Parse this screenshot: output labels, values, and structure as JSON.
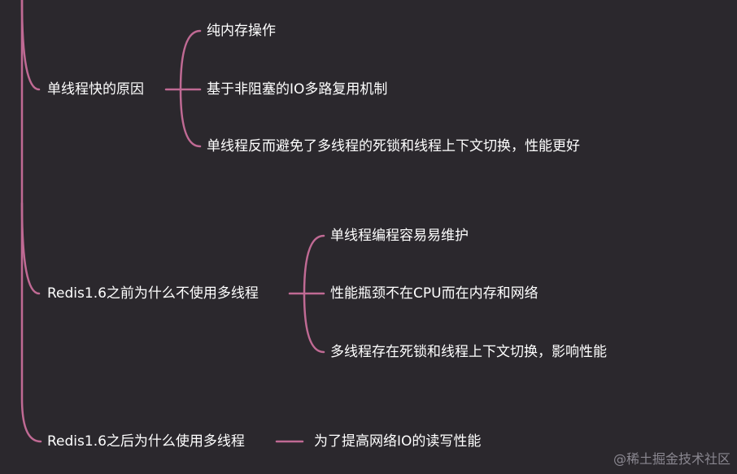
{
  "colors": {
    "background": "#2b282d",
    "branch": "#c06a94",
    "text": "#ffffff",
    "watermark": "#8a8790"
  },
  "branches": [
    {
      "label": "单线程快的原因",
      "children": [
        "纯内存操作",
        "基于非阻塞的IO多路复用机制",
        "单线程反而避免了多线程的死锁和线程上下文切换，性能更好"
      ]
    },
    {
      "label": "Redis1.6之前为什么不使用多线程",
      "children": [
        "单线程编程容易易维护",
        "性能瓶颈不在CPU而在内存和网络",
        "多线程存在死锁和线程上下文切换，影响性能"
      ]
    },
    {
      "label": "Redis1.6之后为什么使用多线程",
      "children": [
        "为了提高网络IO的读写性能"
      ]
    }
  ],
  "watermark": "@稀土掘金技术社区"
}
